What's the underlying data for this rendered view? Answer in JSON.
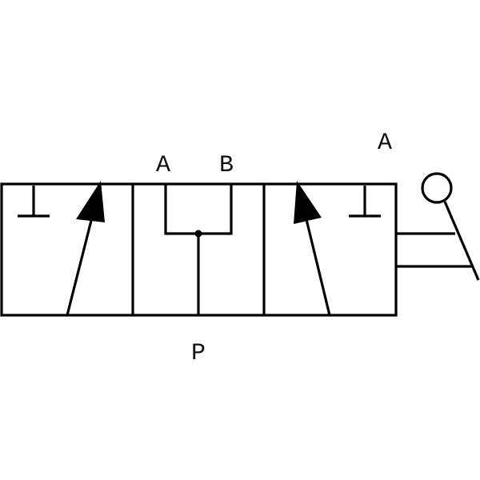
{
  "diagram": {
    "line_color": "#000000",
    "background": "#ffffff",
    "labels": {
      "port_a_left": "A",
      "port_b": "B",
      "port_p": "P",
      "port_a_actuator": "A"
    }
  }
}
